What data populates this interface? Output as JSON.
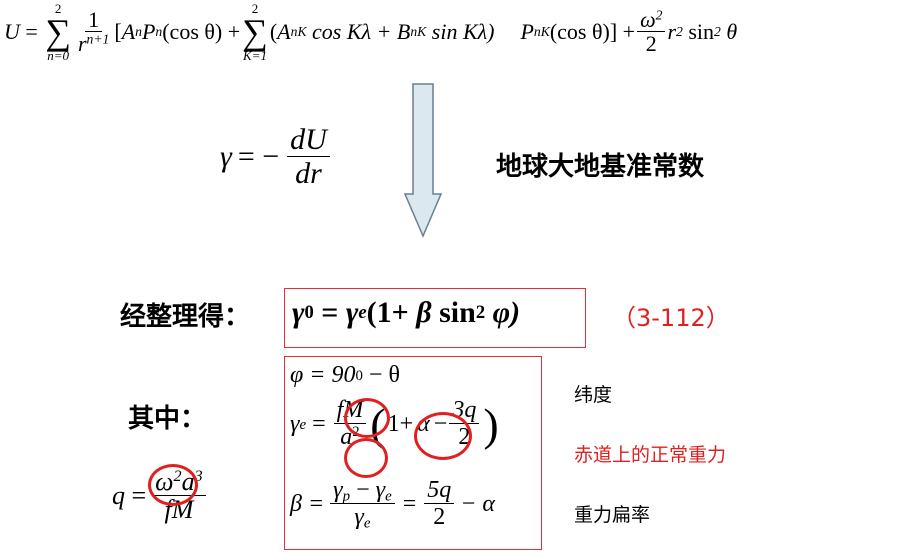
{
  "top_equation": {
    "lhs": "U",
    "sum1_upper": "2",
    "sum1_lower": "n=0",
    "frac_num": "1",
    "frac_den": "r",
    "frac_den_exp": "n+1",
    "bracket_open": "[",
    "term_A": "A",
    "sub_n": "n",
    "term_P": "P",
    "cos_theta": "(cos θ) +",
    "sum2_upper": "2",
    "sum2_lower": "K=1",
    "paren_open": "(",
    "AnK": "A",
    "supK": "K",
    "cosKl": " cos Kλ + ",
    "BnK": "B",
    "sinKl": " sin Kλ)",
    "PnK": "P",
    "cos_theta2": "(cos θ)] +",
    "omega2": "ω",
    "exp2": "2",
    "two": "2",
    "r2sin": "r",
    "sin2theta": " sin",
    "theta": " θ"
  },
  "gamma_eq": {
    "gamma": "γ",
    "equals_minus": "= −",
    "num": "dU",
    "den": "dr"
  },
  "heading_constant": "地球大地基准常数",
  "result_label": "经整理得：",
  "main_formula": {
    "gamma0": "γ",
    "sub0": "0",
    "eq": " = ",
    "gammae": "γ",
    "sube": "e",
    "rest_open": "(1+ ",
    "beta": "β",
    "sin": " sin",
    "sq": "2",
    "phi": " φ)"
  },
  "eq_number": "（3-112）",
  "where_label": "其中：",
  "q_eq": {
    "q": "q",
    "eq": " =",
    "num_omega": "ω",
    "num_exp1": "2",
    "num_a": "a",
    "num_exp2": "3",
    "den": "fM"
  },
  "defs": {
    "phi_line": "φ = 90",
    "phi_sup": "0",
    "phi_rest": " − θ",
    "gammae_lhs": "γ",
    "gammae_sub": "e",
    "gammae_eq": "=",
    "fM": "fM",
    "a2": "a",
    "a2_exp": "2",
    "paren_inner_1": "1+",
    "alpha": "α",
    "minus": "−",
    "three_q": "3q",
    "two": "2",
    "beta_lhs": "β =",
    "gp": "γ",
    "gp_sub": "p",
    "minus2": " − ",
    "ge": "γ",
    "ge_sub": "e",
    "ge_den": "γ",
    "ge_den_sub": "e",
    "eq2": "=",
    "five_q": "5q",
    "two2": "2",
    "minus_alpha": "− α"
  },
  "notes": {
    "latitude": "纬度",
    "equator_gravity": "赤道上的正常重力",
    "flattening": "重力扁率"
  },
  "colors": {
    "accent_red": "#e02020",
    "arrow_fill": "#dbe8f0",
    "arrow_stroke": "#6b7f8f"
  }
}
